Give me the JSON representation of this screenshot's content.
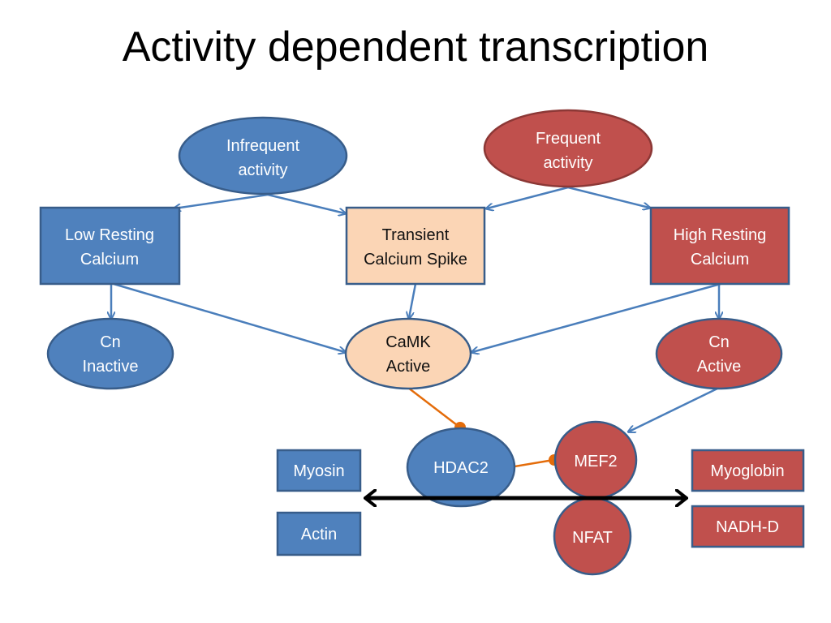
{
  "slide": {
    "title": "Activity dependent transcription"
  },
  "colors": {
    "blue_fill": "#4f81bd",
    "blue_stroke": "#385d8a",
    "red_fill": "#c0504d",
    "red_stroke": "#8c3836",
    "peach_fill": "#fbd5b5",
    "arrow_blue": "#4a7ebb",
    "inhibit_orange": "#e46c0a",
    "double_arrow": "#000000"
  },
  "nodes": {
    "infrequent_activity": [
      "Infrequent",
      "activity"
    ],
    "frequent_activity": [
      "Frequent",
      "activity"
    ],
    "low_resting_calcium": [
      "Low Resting",
      "Calcium"
    ],
    "transient_calcium_spike": [
      "Transient",
      "Calcium Spike"
    ],
    "high_resting_calcium": [
      "High Resting",
      "Calcium"
    ],
    "cn_inactive": [
      "Cn",
      "Inactive"
    ],
    "camk_active": [
      "CaMK",
      "Active"
    ],
    "cn_active": [
      "Cn",
      "Active"
    ],
    "hdac2": "HDAC2",
    "mef2": "MEF2",
    "nfat": "NFAT",
    "myosin": "Myosin",
    "actin": "Actin",
    "myoglobin": "Myoglobin",
    "nadh_d": "NADH-D"
  }
}
